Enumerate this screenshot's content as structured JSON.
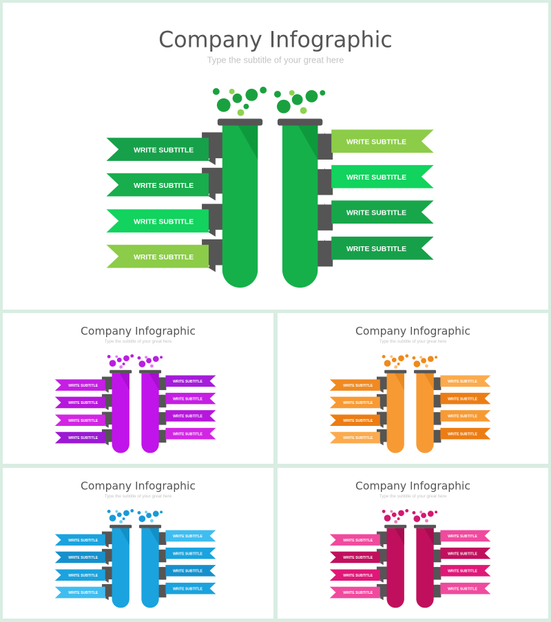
{
  "slides": [
    {
      "title": "Company Infographic",
      "subtitle": "Type the subtitle of your great here",
      "palette": {
        "tube": "#15b04a",
        "tubeShade": "#0e9a3c",
        "neck": "#555555",
        "left": [
          "#17a04a",
          "#18ad4d",
          "#11d35e",
          "#8ccc48"
        ],
        "right": [
          "#8ccc48",
          "#11d35e",
          "#18a64b",
          "#17a04a"
        ],
        "bubbles": [
          "#1aa13f",
          "#8dd250"
        ]
      },
      "left": [
        "WRITE SUBTITLE",
        "WRITE SUBTITLE",
        "WRITE SUBTITLE",
        "WRITE SUBTITLE"
      ],
      "right": [
        "WRITE SUBTITLE",
        "WRITE SUBTITLE",
        "WRITE SUBTITLE",
        "WRITE SUBTITLE"
      ]
    },
    {
      "title": "Company Infographic",
      "subtitle": "Type the subtitle of your great here",
      "palette": {
        "tube": "#c114ea",
        "tubeShade": "#a80fd0",
        "neck": "#555555",
        "left": [
          "#c51ee4",
          "#b617dc",
          "#d226e4",
          "#9b1ad2"
        ],
        "right": [
          "#a51cdb",
          "#c51ee4",
          "#b617dc",
          "#d226e4"
        ],
        "bubbles": [
          "#b91fe0",
          "#e37af4"
        ]
      },
      "left": [
        "WRITE SUBTITLE",
        "WRITE SUBTITLE",
        "WRITE SUBTITLE",
        "WRITE SUBTITLE"
      ],
      "right": [
        "WRITE SUBTITLE",
        "WRITE SUBTITLE",
        "WRITE SUBTITLE",
        "WRITE SUBTITLE"
      ]
    },
    {
      "title": "Company Infographic",
      "subtitle": "Type the subtitle of your great here",
      "palette": {
        "tube": "#f79a34",
        "tubeShade": "#e88a22",
        "neck": "#555555",
        "left": [
          "#f08a22",
          "#f79a34",
          "#ec7d14",
          "#fbab4e"
        ],
        "right": [
          "#fbab4e",
          "#ec7d14",
          "#f79a34",
          "#ec7d14"
        ],
        "bubbles": [
          "#ef8a1c",
          "#fbc07a"
        ]
      },
      "left": [
        "WRITE SUBTITLE",
        "WRITE SUBTITLE",
        "WRITE SUBTITLE",
        "WRITE SUBTITLE"
      ],
      "right": [
        "WRITE SUBTITLE",
        "WRITE SUBTITLE",
        "WRITE SUBTITLE",
        "WRITE SUBTITLE"
      ]
    },
    {
      "title": "Company Infographic",
      "subtitle": "Type the subtitle of your great here",
      "palette": {
        "tube": "#1aa3de",
        "tubeShade": "#1190c8",
        "neck": "#555555",
        "left": [
          "#1aa3de",
          "#1690cc",
          "#1aa3de",
          "#40bdf0"
        ],
        "right": [
          "#40bdf0",
          "#1aa3de",
          "#1690cc",
          "#1aa3de"
        ],
        "bubbles": [
          "#1a9ad8",
          "#6fd0f5"
        ]
      },
      "left": [
        "WRITE SUBTITLE",
        "WRITE SUBTITLE",
        "WRITE SUBTITLE",
        "WRITE SUBTITLE"
      ],
      "right": [
        "WRITE SUBTITLE",
        "WRITE SUBTITLE",
        "WRITE SUBTITLE",
        "WRITE SUBTITLE"
      ]
    },
    {
      "title": "Company Infographic",
      "subtitle": "Type the subtitle of your great here",
      "palette": {
        "tube": "#c0105d",
        "tubeShade": "#a80c50",
        "neck": "#555555",
        "left": [
          "#f04a9e",
          "#c0105d",
          "#e01878",
          "#f04a9e"
        ],
        "right": [
          "#f04a9e",
          "#c0105d",
          "#e01878",
          "#f04a9e"
        ],
        "bubbles": [
          "#d41870",
          "#f27ab8"
        ]
      },
      "left": [
        "WRITE SUBTITLE",
        "WRITE SUBTITLE",
        "WRITE SUBTITLE",
        "WRITE SUBTITLE"
      ],
      "right": [
        "WRITE SUBTITLE",
        "WRITE SUBTITLE",
        "WRITE SUBTITLE",
        "WRITE SUBTITLE"
      ]
    }
  ]
}
